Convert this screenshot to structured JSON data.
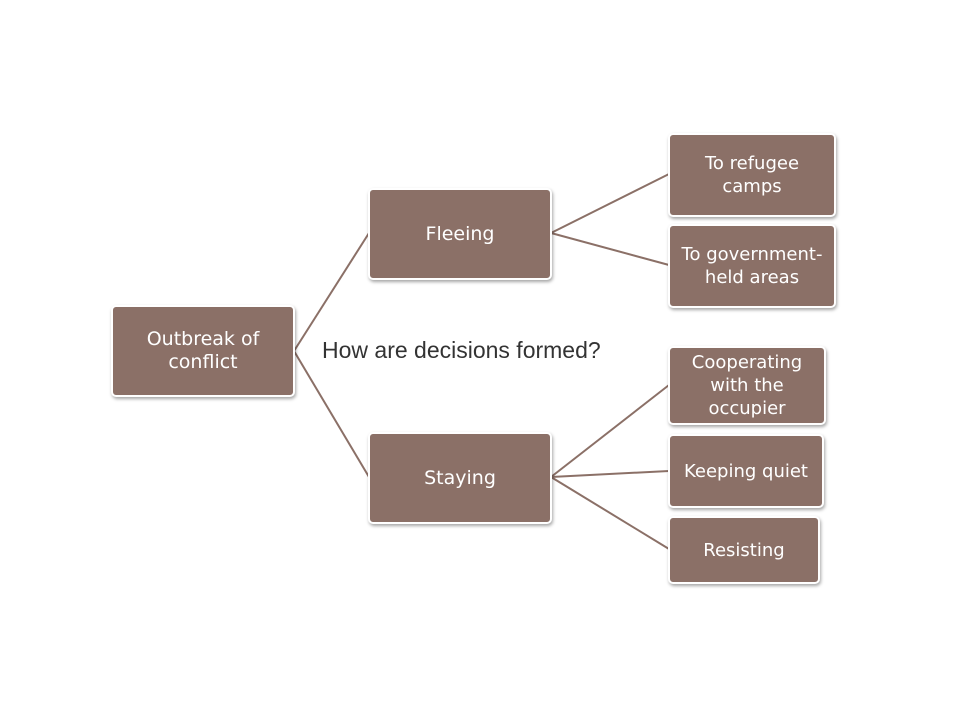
{
  "diagram": {
    "question": "How are decisions formed?",
    "root": "Outbreak of conflict",
    "branches": [
      "Fleeing",
      "Staying"
    ],
    "fleeing_outcomes": [
      "To refugee camps",
      "To government-held areas"
    ],
    "staying_outcomes": [
      "Cooperating with the occupier",
      "Keeping quiet",
      "Resisting"
    ]
  },
  "colors": {
    "box_fill": "#8b7067",
    "connector": "#8b7067",
    "text_on_box": "#ffffff"
  }
}
